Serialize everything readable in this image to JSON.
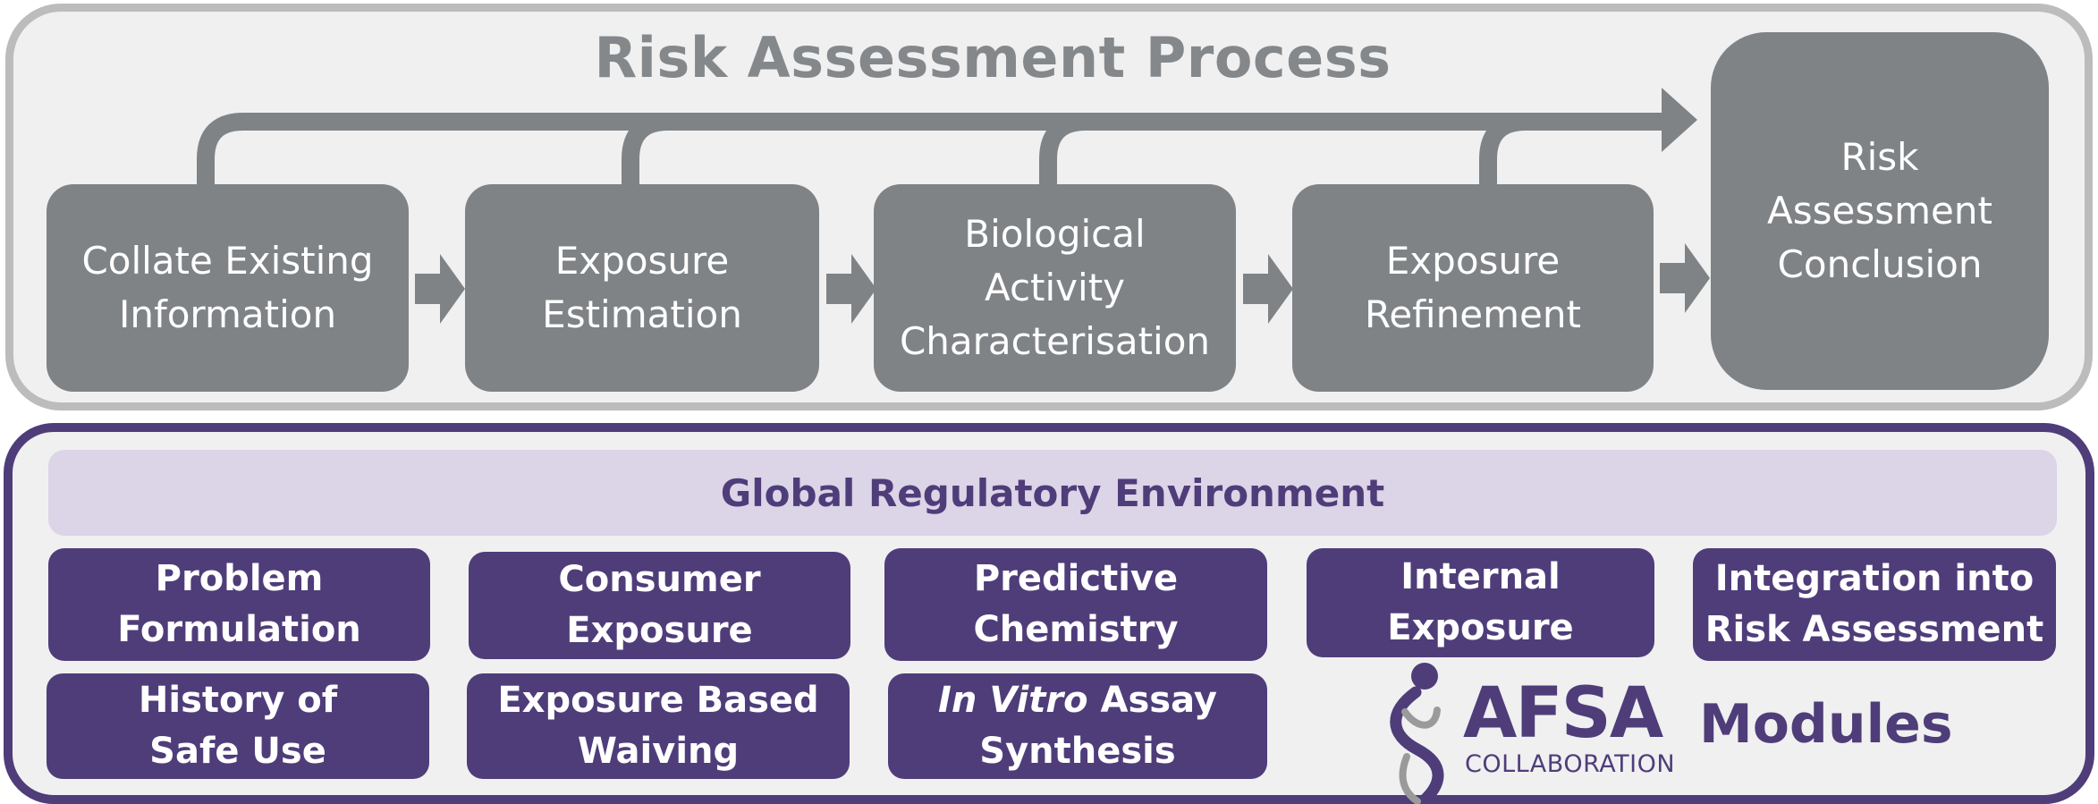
{
  "risk_process": {
    "title": "Risk Assessment Process",
    "steps": [
      {
        "line1": "Collate Existing",
        "line2": "Information"
      },
      {
        "line1": "Exposure",
        "line2": "Estimation"
      },
      {
        "line1": "Biological",
        "line2": "Activity",
        "line3": "Characterisation"
      },
      {
        "line1": "Exposure",
        "line2": "Refinement"
      }
    ],
    "conclusion": {
      "line1": "Risk",
      "line2": "Assessment",
      "line3": "Conclusion"
    }
  },
  "regulatory": {
    "banner": "Global Regulatory Environment",
    "modules": [
      {
        "line1": "Problem",
        "line2": "Formulation"
      },
      {
        "line1": "Consumer",
        "line2": "Exposure"
      },
      {
        "line1": "Predictive",
        "line2": "Chemistry"
      },
      {
        "line1": "Internal",
        "line2": "Exposure"
      },
      {
        "line1": "Integration into",
        "line2": "Risk Assessment"
      },
      {
        "line1": "History of",
        "line2": "Safe Use"
      },
      {
        "line1": "Exposure Based",
        "line2": "Waiving"
      },
      {
        "line1_italic": "In Vitro",
        "line1_rest": " Assay",
        "line2": "Synthesis"
      }
    ]
  },
  "logo": {
    "name": "AFSA",
    "subtitle": "COLLABORATION",
    "tagline": "Modules",
    "icon": "dna-helix-icon"
  },
  "colors": {
    "grey_box": "#808386",
    "purple": "#4f3d7a",
    "lavender": "#dcd4e7",
    "panel_bg": "#f0f0f0"
  }
}
